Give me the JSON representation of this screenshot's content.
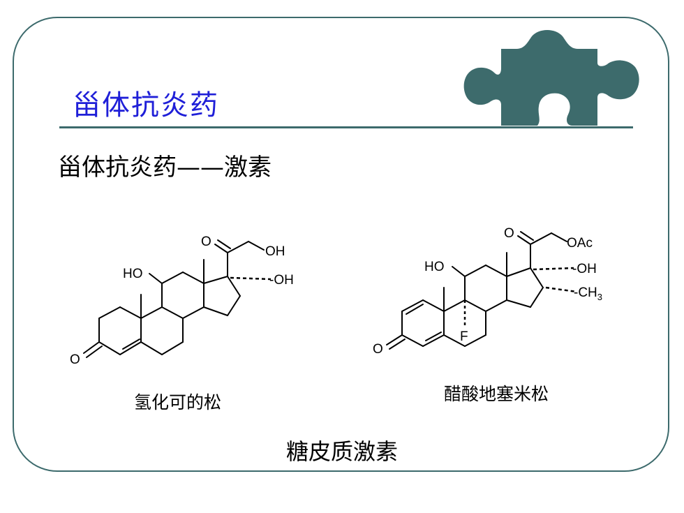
{
  "slide": {
    "title": "甾体抗炎药",
    "subtitle": "甾体抗炎药——激素",
    "footer": "糖皮质激素"
  },
  "colors": {
    "frame": "#3c6a6c",
    "title": "#1f1fd8",
    "puzzle": "#3d6b6c"
  },
  "icons": {
    "decoration": "puzzle-piece-icon"
  },
  "compounds": [
    {
      "name": "氢化可的松",
      "atoms": {
        "ketone_o": "O",
        "side_o": "O",
        "side_oh": "OH",
        "c17_oh": "-OH",
        "c11_oh": "HO"
      }
    },
    {
      "name": "醋酸地塞米松",
      "atoms": {
        "ketone_o": "O",
        "side_o": "O",
        "side_oac": "OAc",
        "c17_oh": "-OH",
        "c16_ch": "-CH",
        "c16_sub": "3",
        "c11_oh": "HO",
        "f": "F"
      }
    }
  ]
}
